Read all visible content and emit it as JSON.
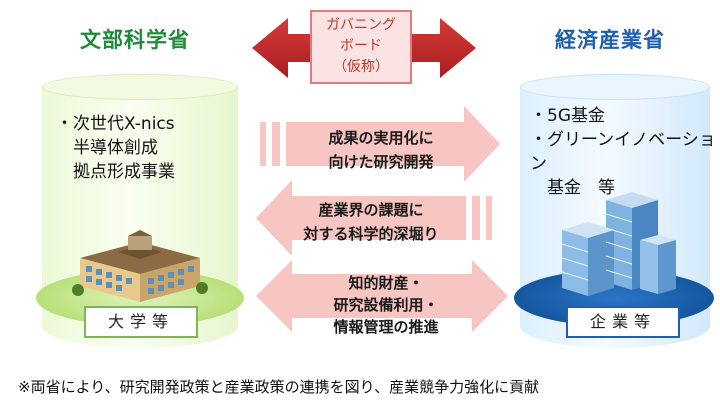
{
  "left": {
    "title": "文部科学省",
    "items": [
      "・次世代X-nics",
      "　半導体創成",
      "　拠点形成事業"
    ],
    "label": "大学等"
  },
  "right": {
    "title": "経済産業省",
    "items": [
      "・5G基金",
      "・グリーンイノベーション",
      "　基金　等"
    ],
    "label": "企業等"
  },
  "governance": {
    "line1": "ガバニング",
    "line2": "ボード",
    "line3": "（仮称）"
  },
  "arrows": {
    "a1": {
      "line1": "成果の実用化に",
      "line2": "向けた研究開発"
    },
    "a2": {
      "line1": "産業界の課題に",
      "line2": "対する科学的深堀り"
    },
    "a3": {
      "line1": "知的財産・",
      "line2": "研究設備利用・",
      "line3": "情報管理の推進"
    }
  },
  "footer": "※両省により、研究開発政策と産業政策の連携を図り、産業競争力強化に貢献",
  "colors": {
    "left_accent": "#1e8a3a",
    "right_accent": "#1f5fb0",
    "arrow_pink": "#f7c6c2",
    "gov_red": "#c0392b"
  }
}
